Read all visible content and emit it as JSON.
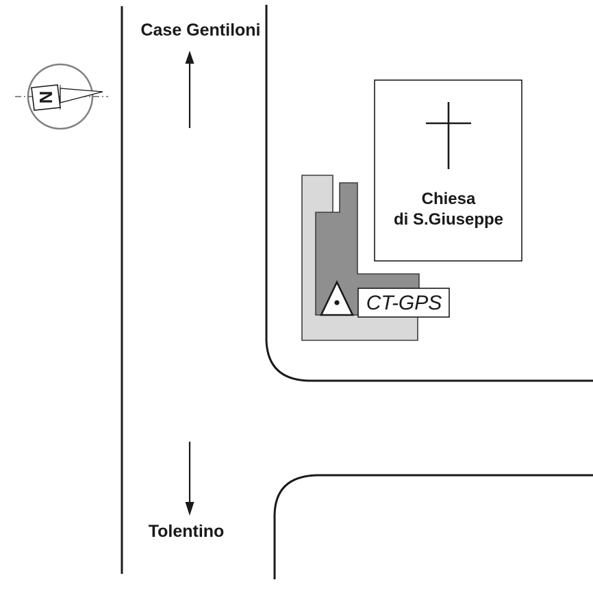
{
  "map": {
    "roads": {
      "top_destination": "Case Gentiloni",
      "bottom_destination": "Tolentino"
    },
    "church": {
      "line1": "Chiesa",
      "line2": "di S.Giuseppe"
    },
    "station": {
      "label": "CT-GPS"
    },
    "compass": {
      "letter": "N"
    },
    "colors": {
      "line": "#1a1a1a",
      "building_light": "#d9d9d9",
      "building_dark": "#8f8f8f",
      "building_stroke": "#3d3d3d",
      "compass_ring": "#7f7f7f",
      "background": "#ffffff"
    }
  }
}
